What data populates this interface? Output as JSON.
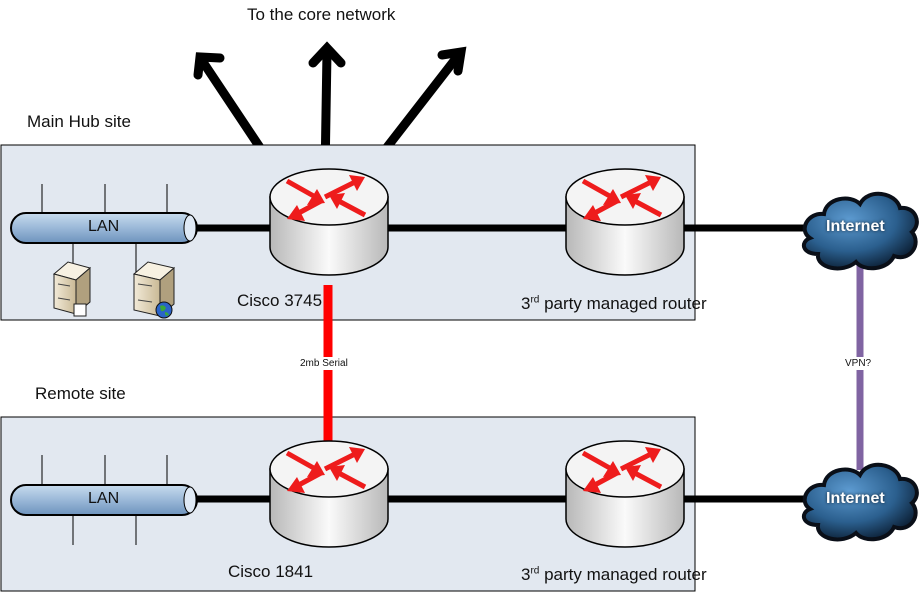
{
  "diagram": {
    "core_label": "To the core network",
    "sites": [
      {
        "name": "Main Hub site",
        "lan_label": "LAN",
        "main_router": "Cisco 3745",
        "isp_router_prefix": "3",
        "isp_router_sup": "rd",
        "isp_router_suffix": " party managed router",
        "cloud_label": "Internet",
        "servers": [
          "file-server",
          "web-server"
        ]
      },
      {
        "name": "Remote site",
        "lan_label": "LAN",
        "main_router": "Cisco 1841",
        "isp_router_prefix": "3",
        "isp_router_sup": "rd",
        "isp_router_suffix": " party managed router",
        "cloud_label": "Internet"
      }
    ],
    "links": {
      "serial_label": "2mb Serial",
      "vpn_label": "VPN?"
    },
    "colors": {
      "site_fill": "#e2e8f0",
      "serial": "#ff0000",
      "vpn": "#8064a2",
      "lan_tube": "#9ab8d8"
    }
  }
}
